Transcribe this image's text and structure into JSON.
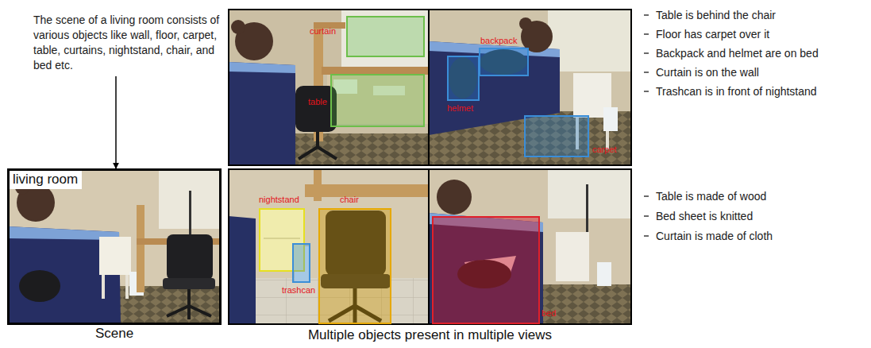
{
  "diagram": {
    "nodes": [
      {
        "text": [
          "The scene of a living room consists of various objects like wall, floor, carpet, table, curtains, nightstand, chair, and bed etc."
        ]
      },
      {
        "text": [
          "living room",
          "Scene"
        ]
      },
      {
        "text": [
          "Multiple objects present in multiple views"
        ]
      },
      {
        "text": [
          "curtain"
        ],
        "in": 2
      },
      {
        "text": [
          "table"
        ],
        "in": 2
      },
      {
        "text": [
          "backpack"
        ],
        "in": 2
      },
      {
        "text": [
          "helmet"
        ],
        "in": 2
      },
      {
        "text": [
          "carpet"
        ],
        "in": 2
      },
      {
        "text": [
          "nightstand"
        ],
        "in": 2
      },
      {
        "text": [
          "chair"
        ],
        "in": 2
      },
      {
        "text": [
          "trashcan"
        ],
        "in": 2
      },
      {
        "text": [
          "bed"
        ],
        "in": 2
      }
    ],
    "edges": [
      {
        "from": 0,
        "to": 1,
        "arrow": "to"
      }
    ],
    "labels": [
      "Table is behind the chair",
      "Floor has carpet over it",
      "Backpack and helmet are on bed",
      "Curtain is on the wall",
      "Trashcan is in front of nightstand",
      "Table is made of wood",
      "Bed sheet is knitted",
      "Curtain is made of cloth"
    ]
  }
}
